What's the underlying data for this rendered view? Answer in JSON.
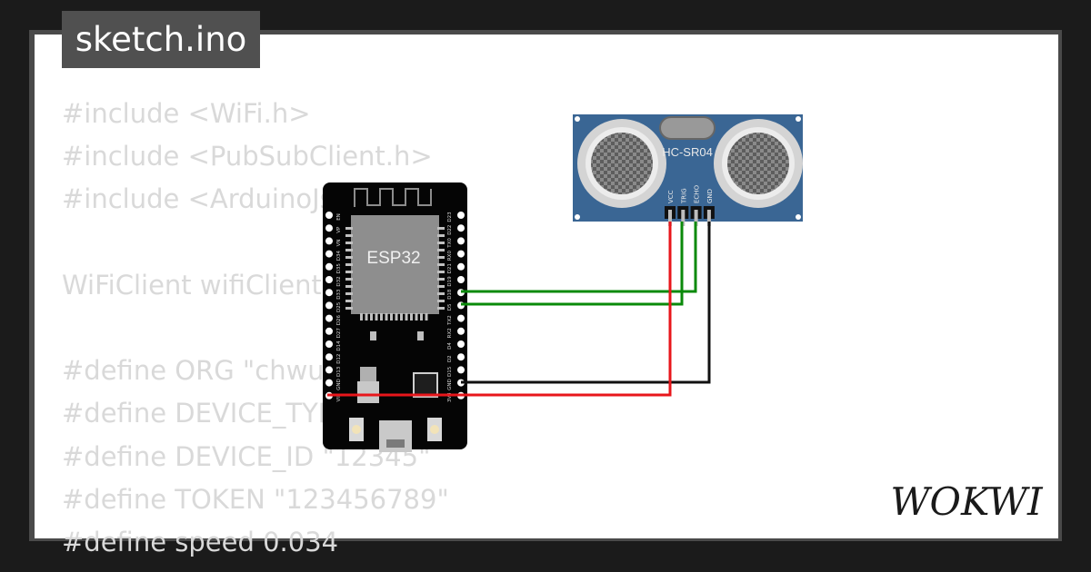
{
  "sketch": {
    "filename": "sketch.ino"
  },
  "code_lines": [
    "#include <WiFi.h>",
    "#include <PubSubClient.h>",
    "#include <ArduinoJson.h>",
    "",
    "WiFiClient wifiClient;",
    "",
    "#define ORG \"chwu",
    "#define DEVICE_TYPE \"ESP32\"",
    "#define DEVICE_ID \"12345\"",
    "#define TOKEN \"123456789\"",
    "#define speed 0.034"
  ],
  "esp32": {
    "label": "ESP32",
    "left_pins": [
      "EN",
      "VP",
      "VN",
      "D34",
      "D35",
      "D32",
      "D33",
      "D25",
      "D26",
      "D27",
      "D14",
      "D12",
      "D13",
      "GND",
      "VIN"
    ],
    "right_pins": [
      "D23",
      "D22",
      "TX0",
      "RX0",
      "D21",
      "D19",
      "D18",
      "D5",
      "TX2",
      "RX2",
      "D4",
      "D2",
      "D15",
      "GND",
      "3V3"
    ]
  },
  "sensor": {
    "label": "HC-SR04",
    "pins": [
      "VCC",
      "TRIG",
      "ECHO",
      "GND"
    ]
  },
  "wire_colors": {
    "power": "#e8161b",
    "signal": "#0a8a0a",
    "ground": "#111111"
  },
  "brand": {
    "logo": "WOKWI"
  }
}
